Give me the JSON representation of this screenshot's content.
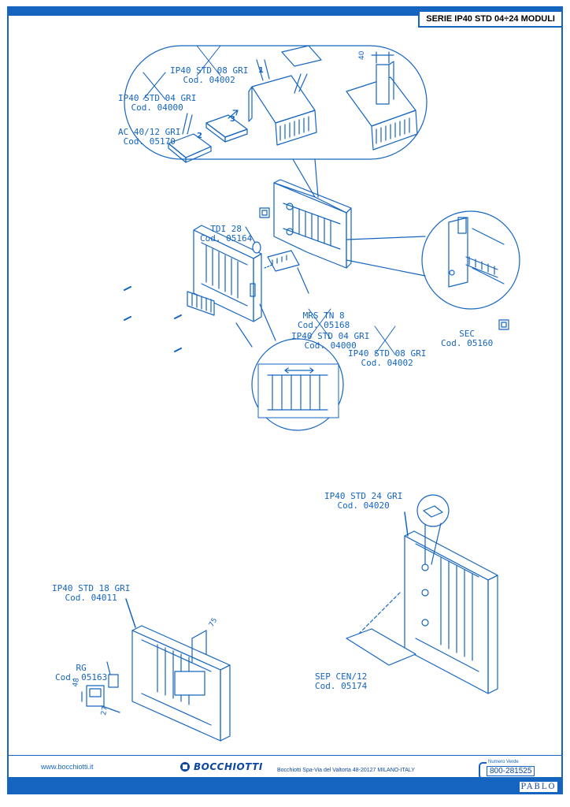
{
  "header": {
    "title": "SERIE IP40 STD 04÷24 MODULI"
  },
  "labels": {
    "ip40_08_top": {
      "name": "IP40 STD 08 GRI",
      "code": "Cod. 04002"
    },
    "ip40_04_top": {
      "name": "IP40 STD 04 GRI",
      "code": "Cod. 04000"
    },
    "ac": {
      "name": "AC 40/12 GRI",
      "code": "Cod. 05170"
    },
    "tdi": {
      "name": "TDI 28",
      "code": "Cod. 05164"
    },
    "mrs": {
      "name": "MRS TN 8",
      "code": "Cod. 05168"
    },
    "ip40_04_mid": {
      "name": "IP40 STD 04 GRI",
      "code": "Cod. 04000"
    },
    "ip40_08_mid": {
      "name": "IP40 STD 08 GRI",
      "code": "Cod. 04002"
    },
    "sec": {
      "name": "SEC",
      "code": "Cod. 05160"
    },
    "ip40_24": {
      "name": "IP40 STD 24 GRI",
      "code": "Cod. 04020"
    },
    "ip40_18": {
      "name": "IP40 STD 18 GRI",
      "code": "Cod. 04011"
    },
    "rg": {
      "name": "RG",
      "code": "Cod. 05163"
    },
    "sep": {
      "name": "SEP CEN/12",
      "code": "Cod. 05174"
    }
  },
  "step_numbers": [
    "1",
    "2",
    "3"
  ],
  "dimensions": {
    "d40": "40",
    "d75": "75",
    "d48": "48",
    "d27": "27"
  },
  "footer": {
    "website": "www.bocchiotti.it",
    "brand": "BOCCHIOTTI",
    "company": "Bocchiotti Spa-Via del Valtorta 48-20127 MILANO-ITALY",
    "phone_label": "Numero Verde",
    "phone": "800-281525",
    "pablo": "PABLO"
  },
  "colors": {
    "primary": "#1565c0",
    "dark": "#0d47a1"
  }
}
